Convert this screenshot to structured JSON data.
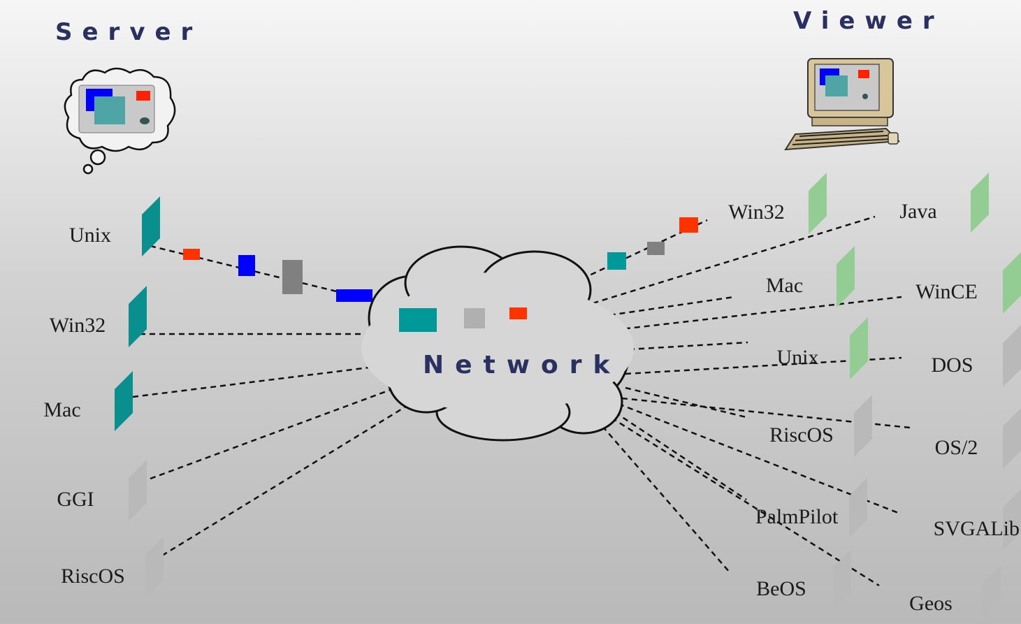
{
  "server": {
    "title": "Server",
    "platforms": [
      "Unix",
      "Win32",
      "Mac",
      "GGI",
      "RiscOS"
    ]
  },
  "viewer": {
    "title": "Viewer",
    "platforms": [
      "Win32",
      "Java",
      "Mac",
      "WinCE",
      "Unix",
      "DOS",
      "RiscOS",
      "OS/2",
      "PalmPilot",
      "SVGALib",
      "BeOS",
      "Geos"
    ]
  },
  "network": {
    "label": "Network"
  },
  "colors": {
    "teal_box": "#22c3c3",
    "green_box": "#b7e0b7",
    "gray_box": "#d3d3d3",
    "packet_red": "#ff3300",
    "packet_blue": "#0000ff",
    "packet_gray": "#808080",
    "packet_teal": "#009999",
    "heading_text": "#2a3160"
  },
  "icons": {
    "server": "thought-bubble-screen-icon",
    "viewer": "desktop-computer-icon",
    "network": "cloud-icon"
  }
}
